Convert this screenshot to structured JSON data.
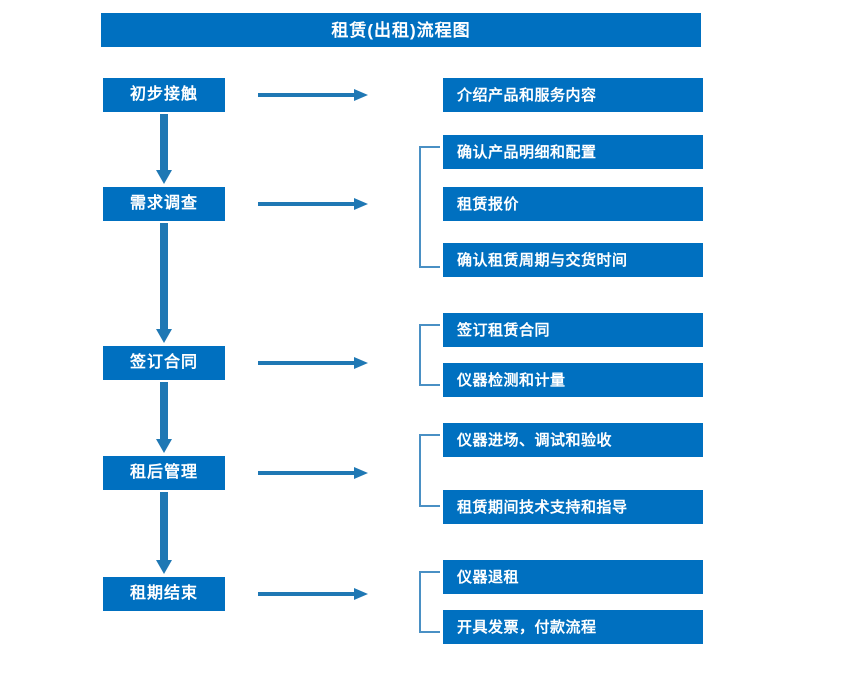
{
  "title": "租赁(出租)流程图",
  "colors": {
    "box_fill": "#0070C0",
    "box_text": "#ffffff",
    "arrow": "#1F78B4",
    "bracket": "#4A90C4",
    "background": "#ffffff"
  },
  "stages": [
    {
      "id": "initial-contact",
      "label": "初步接触"
    },
    {
      "id": "requirement-survey",
      "label": "需求调查"
    },
    {
      "id": "sign-contract",
      "label": "签订合同"
    },
    {
      "id": "post-rent-management",
      "label": "租后管理"
    },
    {
      "id": "rental-period-end",
      "label": "租期结束"
    }
  ],
  "details": [
    {
      "id": "introduce-product-service",
      "label": "介绍产品和服务内容"
    },
    {
      "id": "confirm-product-spec",
      "label": "确认产品明细和配置"
    },
    {
      "id": "rental-quotation",
      "label": "租赁报价"
    },
    {
      "id": "confirm-rental-period-delivery",
      "label": "确认租赁周期与交货时间"
    },
    {
      "id": "sign-rental-contract",
      "label": "签订租赁合同"
    },
    {
      "id": "instrument-inspection-metering",
      "label": "仪器检测和计量"
    },
    {
      "id": "instrument-entry-commission-acceptance",
      "label": "仪器进场、调试和验收"
    },
    {
      "id": "rental-technical-support",
      "label": "租赁期间技术支持和指导"
    },
    {
      "id": "instrument-return",
      "label": "仪器退租"
    },
    {
      "id": "invoice-payment-process",
      "label": "开具发票，付款流程"
    }
  ],
  "connectors": {
    "horizontal_arrow_count": 5,
    "vertical_arrow_count": 4,
    "bracket_count": 4
  }
}
